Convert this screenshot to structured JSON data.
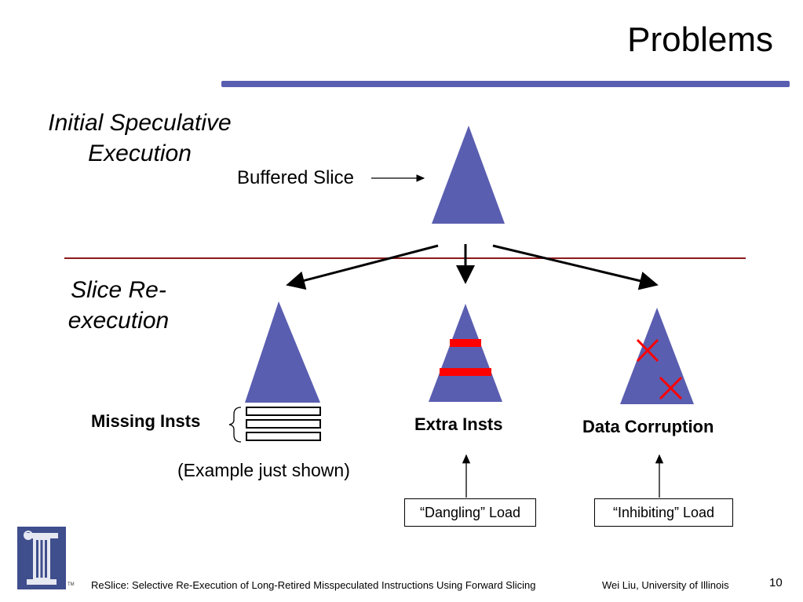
{
  "slide": {
    "title": "Problems",
    "section_initial": "Initial Speculative Execution",
    "section_reexecution": "Slice Re-execution",
    "buffered_slice_label": "Buffered Slice",
    "categories": {
      "missing": "Missing Insts",
      "extra": "Extra Insts",
      "corruption": "Data Corruption"
    },
    "example_note": "(Example just shown)",
    "boxes": {
      "dangling": "“Dangling” Load",
      "inhibiting": "“Inhibiting” Load"
    },
    "footer": {
      "text": "ReSlice: Selective Re-Execution of Long-Retired Misspeculated Instructions Using Forward Slicing",
      "author": "Wei Liu, University of Illinois",
      "page": "10"
    }
  },
  "colors": {
    "triangle": "#5A5EB0",
    "title_bar": "#5A5EB0",
    "divider": "#8B1A1A",
    "problem_marks": "#FF0000",
    "logo_bg": "#3F4E8C"
  }
}
